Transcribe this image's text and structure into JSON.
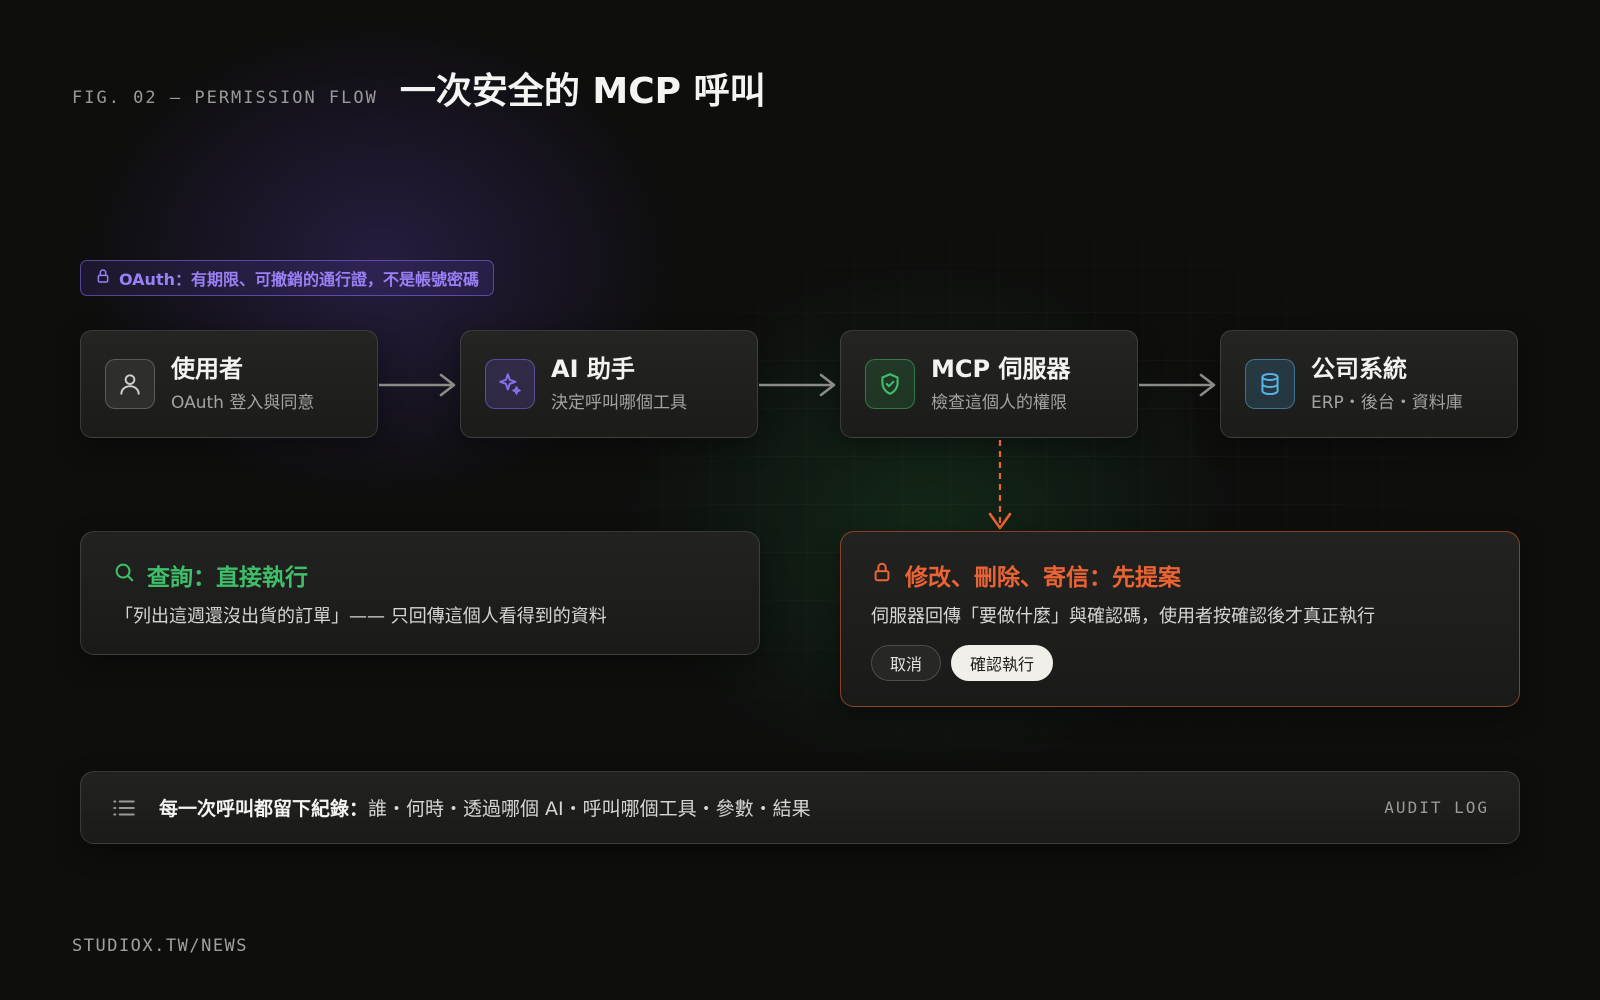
{
  "header": {
    "fig_label": "FIG. 02 — PERMISSION FLOW",
    "title": "一次安全的 MCP 呼叫"
  },
  "oauth_note": {
    "icon": "lock-icon",
    "text": "OAuth：有期限、可撤銷的通行證，不是帳號密碼",
    "color": "#9a80f5"
  },
  "flow": {
    "nodes": [
      {
        "icon": "user-icon",
        "title": "使用者",
        "subtitle": "OAuth 登入與同意",
        "accent": "#bdbdbd"
      },
      {
        "icon": "sparkle-icon",
        "title": "AI 助手",
        "subtitle": "決定呼叫哪個工具",
        "accent": "#8b6ef0"
      },
      {
        "icon": "shield-check-icon",
        "title": "MCP 伺服器",
        "subtitle": "檢查這個人的權限",
        "accent": "#3fbf6a"
      },
      {
        "icon": "database-icon",
        "title": "公司系統",
        "subtitle": "ERP・後台・資料庫",
        "accent": "#5ab4e6"
      }
    ]
  },
  "query_card": {
    "icon": "search-icon",
    "title": "查詢：直接執行",
    "body": "「列出這週還沒出貨的訂單」—— 只回傳這個人看得到的資料",
    "accent": "#3fbf6a"
  },
  "modify_card": {
    "icon": "lock-icon",
    "title": "修改、刪除、寄信：先提案",
    "body": "伺服器回傳「要做什麼」與確認碼，使用者按確認後才真正執行",
    "accent": "#ec6334",
    "cancel_label": "取消",
    "confirm_label": "確認執行"
  },
  "audit": {
    "icon": "list-icon",
    "strong": "每一次呼叫都留下紀錄：",
    "text": "誰・何時・透過哪個 AI・呼叫哪個工具・參數・結果",
    "tag": "AUDIT LOG"
  },
  "footer": {
    "text": "STUDIOX.TW/NEWS"
  }
}
